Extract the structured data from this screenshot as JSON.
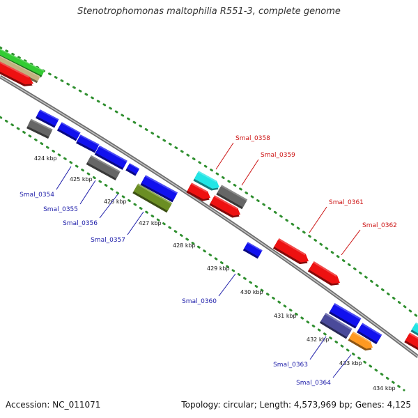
{
  "title": "Stenotrophomonas maltophilia R551-3, complete genome",
  "footer": {
    "accession": "Accession: NC_011071",
    "stats": "Topology: circular; Length: 4,573,969 bp; Genes: 4,125"
  },
  "colors": {
    "backbone": "#8c8c8c",
    "tick": "#2f8f2f",
    "forward_label": "#cc1111",
    "reverse_label": "#1a1aa8"
  },
  "kbp_labels": [
    "424 kbp",
    "425 kbp",
    "426 kbp",
    "427 kbp",
    "428 kbp",
    "429 kbp",
    "430 kbp",
    "431 kbp",
    "432 kbp",
    "433 kbp",
    "434 kbp"
  ],
  "gene_labels": [
    {
      "name": "Smal_0358",
      "strand": "forward"
    },
    {
      "name": "Smal_0359",
      "strand": "forward"
    },
    {
      "name": "Smal_0361",
      "strand": "forward"
    },
    {
      "name": "Smal_0362",
      "strand": "forward"
    },
    {
      "name": "Smal_0354",
      "strand": "reverse"
    },
    {
      "name": "Smal_0355",
      "strand": "reverse"
    },
    {
      "name": "Smal_0356",
      "strand": "reverse"
    },
    {
      "name": "Smal_0357",
      "strand": "reverse"
    },
    {
      "name": "Smal_0360",
      "strand": "reverse"
    },
    {
      "name": "Smal_0363",
      "strand": "reverse"
    },
    {
      "name": "Smal_0364",
      "strand": "reverse"
    }
  ],
  "features": [
    {
      "name": "top-left-green-feature",
      "color": "#33cc33"
    },
    {
      "name": "top-left-tan-feature",
      "color": "#c2b280"
    },
    {
      "name": "top-left-red-feature",
      "color": "#ee1111"
    },
    {
      "name": "smal-0354-arrow",
      "color": "#1111ee"
    },
    {
      "name": "gray-feature-1",
      "color": "#666666"
    },
    {
      "name": "smal-0355-arrow",
      "color": "#1111ee"
    },
    {
      "name": "smal-0356-arrow",
      "color": "#1111ee"
    },
    {
      "name": "smal-0357-arrow",
      "color": "#1111ee"
    },
    {
      "name": "gray-feature-2",
      "color": "#666666"
    },
    {
      "name": "small-blue-feature",
      "color": "#1111ee"
    },
    {
      "name": "blue-feature-2",
      "color": "#1111ee"
    },
    {
      "name": "olive-feature",
      "color": "#6b8e23"
    },
    {
      "name": "smal-0358-cyan-arrow",
      "color": "#22e5e5"
    },
    {
      "name": "smal-0358-red-arrow",
      "color": "#ee1111"
    },
    {
      "name": "smal-0359-gray-arrow",
      "color": "#666666"
    },
    {
      "name": "smal-0359-red-arrow",
      "color": "#ee1111"
    },
    {
      "name": "smal-0360-arrow",
      "color": "#1111ee"
    },
    {
      "name": "smal-0361-arrow",
      "color": "#ee1111"
    },
    {
      "name": "smal-0362-arrow",
      "color": "#ee1111"
    },
    {
      "name": "smal-0363-blue-arrow",
      "color": "#1111ee"
    },
    {
      "name": "smal-0363-slate-arrow",
      "color": "#4a4a9a"
    },
    {
      "name": "smal-0364-blue-arrow",
      "color": "#1111ee"
    },
    {
      "name": "smal-0364-orange-arrow",
      "color": "#ff9922"
    },
    {
      "name": "right-edge-cyan-feature",
      "color": "#22e5e5"
    },
    {
      "name": "right-edge-red-feature",
      "color": "#ee1111"
    }
  ]
}
